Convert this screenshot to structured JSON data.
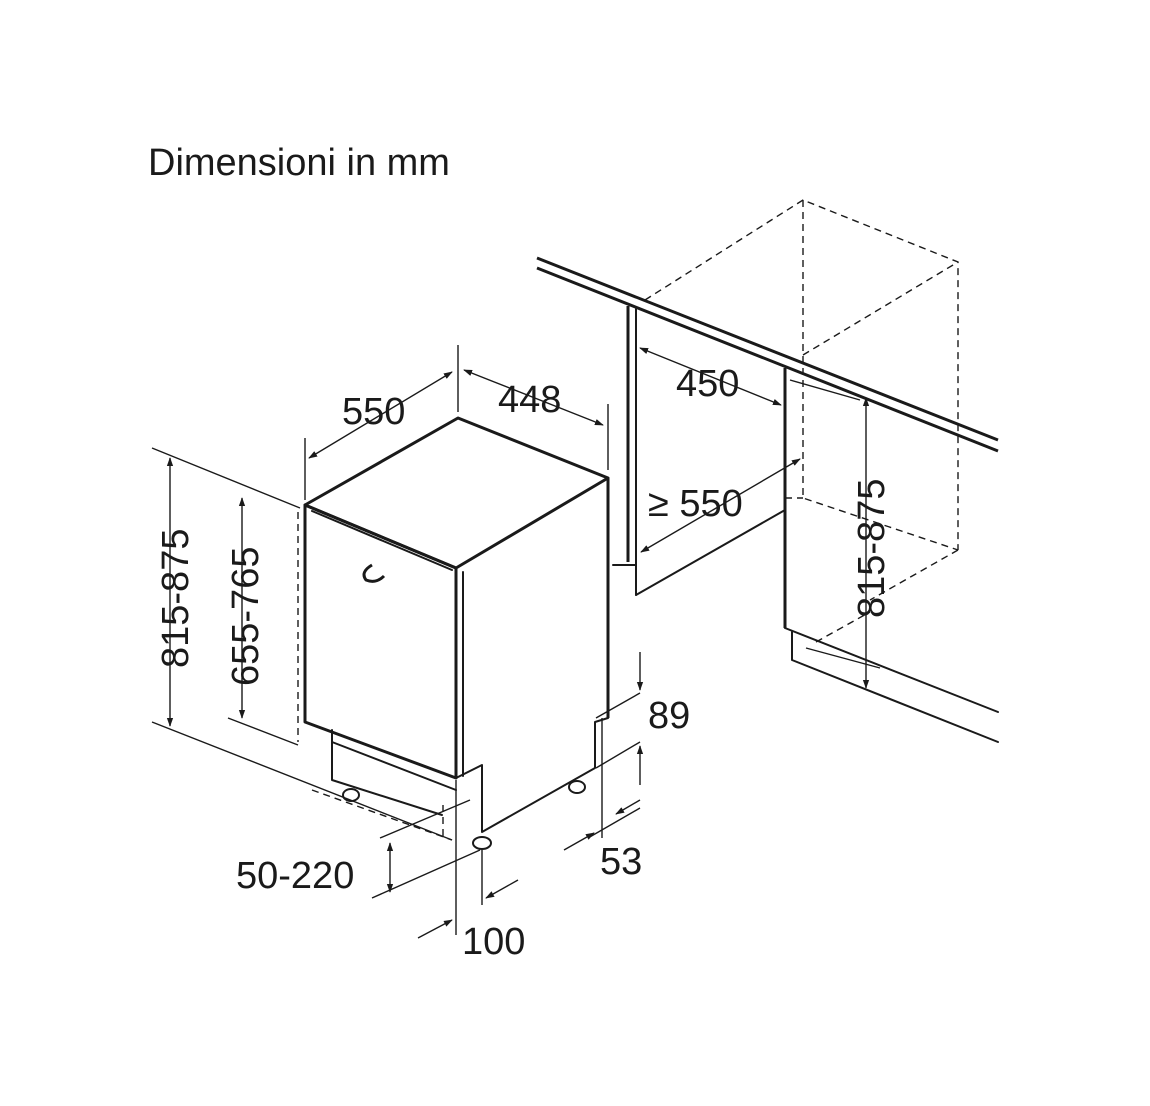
{
  "title": "Dimensioni in mm",
  "dimensions": {
    "appliance_depth": "550",
    "appliance_width": "448",
    "niche_width": "450",
    "niche_depth": "≥ 550",
    "total_height": "815-875",
    "door_height": "655-765",
    "niche_height": "815-875",
    "plinth_height": "50-220",
    "plinth_depth": "100",
    "rear_gap_top": "89",
    "rear_gap_bottom": "53"
  },
  "colors": {
    "line": "#1a1a1a",
    "background": "#ffffff"
  }
}
